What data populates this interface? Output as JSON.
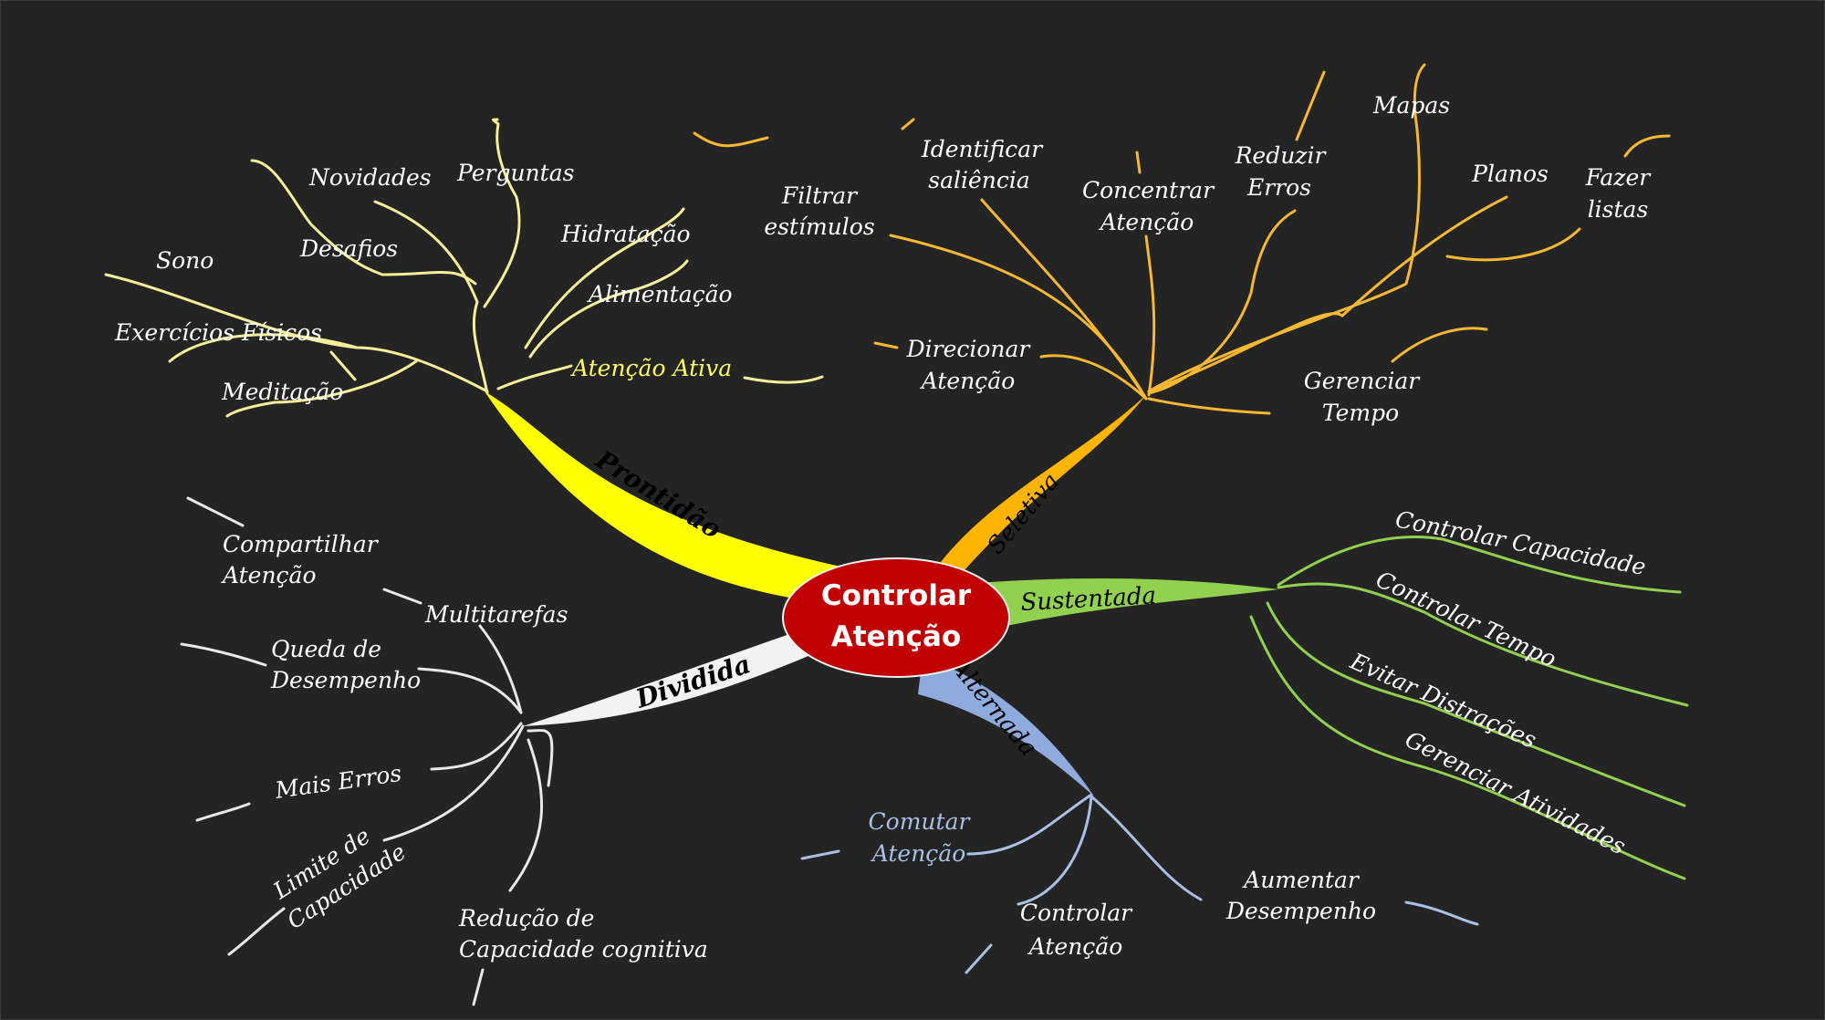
{
  "center": "Controlar Atenção",
  "center_lines": [
    "Controlar",
    "Atenção"
  ],
  "colors": {
    "background": "#242424",
    "center": "#c00000",
    "prontidao": "#ffff00",
    "seletiva": "#ffb400",
    "sustentada": "#92d050",
    "alternada": "#8faadc",
    "dividida": "#f2f2f2",
    "prontidao_lines": "#f4f09a",
    "seletiva_lines": "#f5b833",
    "sustentada_lines": "#92d050",
    "alternada_lines": "#a9bfe4",
    "dividida_lines": "#e8e8e8",
    "accent_text_yellow": "#ffff66",
    "accent_text_blue": "#a9bfe4"
  },
  "branches": {
    "prontidao": "Prontidão",
    "seletiva": "Seletiva",
    "sustentada": "Sustentada",
    "alternada": "Alternada",
    "dividida": "Dividida"
  },
  "prontidao_items": {
    "novidades": "Novidades",
    "perguntas": "Perguntas",
    "desafios": "Desafios",
    "sono": "Sono",
    "hidratacao": "Hidratação",
    "alimentacao": "Alimentação",
    "exercicios": "Exercícios Físicos",
    "atencao_ativa": "Atenção Ativa",
    "meditacao": "Meditação"
  },
  "seletiva_items": {
    "filtrar": [
      "Filtrar",
      "estímulos"
    ],
    "identificar": [
      "Identificar",
      "saliência"
    ],
    "concentrar": [
      "Concentrar",
      "Atenção"
    ],
    "reduzir": [
      "Reduzir",
      "Erros"
    ],
    "mapas": "Mapas",
    "planos": "Planos",
    "fazer_listas": [
      "Fazer",
      "listas"
    ],
    "direcionar": [
      "Direcionar",
      "Atenção"
    ],
    "gerenciar_tempo": [
      "Gerenciar",
      "Tempo"
    ]
  },
  "sustentada_items": {
    "controlar_capacidade": "Controlar  Capacidade",
    "controlar_tempo": "Controlar Tempo",
    "evitar_distracoes": "Evitar Distrações",
    "gerenciar_atividades": "Gerenciar Atividades"
  },
  "alternada_items": {
    "comutar": [
      "Comutar",
      "Atenção"
    ],
    "controlar_atencao": [
      "Controlar",
      "Atenção"
    ],
    "aumentar": [
      "Aumentar",
      "Desempenho"
    ]
  },
  "dividida_items": {
    "compartilhar": [
      "Compartilhar",
      "Atenção"
    ],
    "multitarefas": "Multitarefas",
    "queda": [
      "Queda de",
      "Desempenho"
    ],
    "mais_erros": "Mais Erros",
    "limite": [
      "Limite de",
      "Capacidade"
    ],
    "reducao": [
      "Redução de",
      "Capacidade cognitiva"
    ]
  }
}
